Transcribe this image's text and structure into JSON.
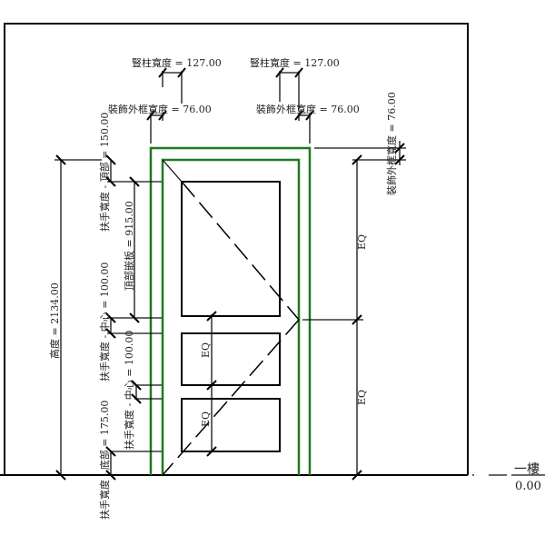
{
  "drawing": {
    "top_dims": {
      "mullion_width_left": "豎柱寬度 = 127.00",
      "mullion_width_right": "豎柱寬度 = 127.00",
      "trim_width_left": "裝飾外框寬度 = 76.00",
      "trim_width_right": "裝飾外框寬度 = 76.00"
    },
    "right_dims": {
      "trim_width_vertical": "裝飾外框寬度 = 76.00",
      "eq_upper": "EQ",
      "eq_lower": "EQ"
    },
    "left_dims": {
      "height": "高度 = 2134.00",
      "rail_top": "扶手寬度 - 頂部 = 150.00",
      "top_panel": "頂部嵌板 = 915.00",
      "rail_center_1": "扶手寬度 - 中心 = 100.00",
      "rail_center_2": "扶手寬度 - 中心 = 100.00",
      "rail_bottom": "扶手寬度 - 底部 = 175.00"
    },
    "inner_dims": {
      "eq_upper": "EQ",
      "eq_lower": "EQ"
    },
    "level": {
      "name": "一樓",
      "elevation": "0.00"
    },
    "colors": {
      "frame": "#1e7a1e",
      "lines": "#000000"
    }
  }
}
